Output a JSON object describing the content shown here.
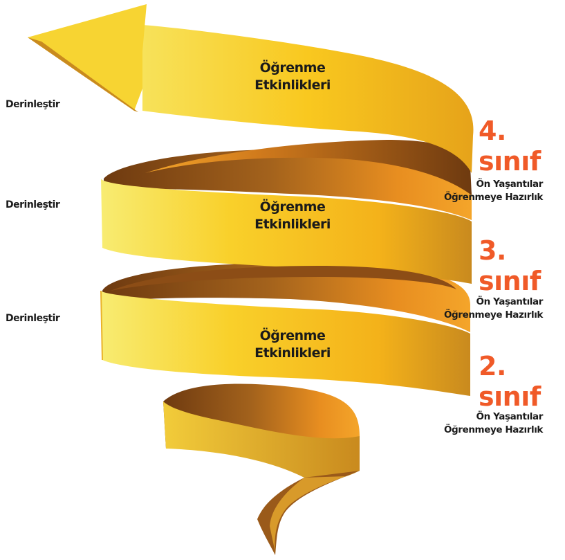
{
  "colors": {
    "ribbon_light": "#F8E86A",
    "ribbon_mid": "#F9C21E",
    "ribbon_dark": "#C9861C",
    "ribbon_inner": "#7A4113",
    "grade": "#F05A28",
    "text": "#1a1a1a"
  },
  "bands": [
    {
      "line1": "Öğrenme",
      "line2": "Etkinlikleri"
    },
    {
      "line1": "Öğrenme",
      "line2": "Etkinlikleri"
    },
    {
      "line1": "Öğrenme",
      "line2": "Etkinlikleri"
    }
  ],
  "side_labels": [
    "Derinleştir",
    "Derinleştir",
    "Derinleştir"
  ],
  "grades": [
    "4. sınıf",
    "3. sınıf",
    "2. sınıf"
  ],
  "prior": [
    {
      "line1": "Ön Yaşantılar",
      "line2": "Öğrenmeye Hazırlık"
    },
    {
      "line1": "Ön Yaşantılar",
      "line2": "Öğrenmeye Hazırlık"
    },
    {
      "line1": "Ön Yaşantılar",
      "line2": "Öğrenmeye Hazırlık"
    }
  ]
}
